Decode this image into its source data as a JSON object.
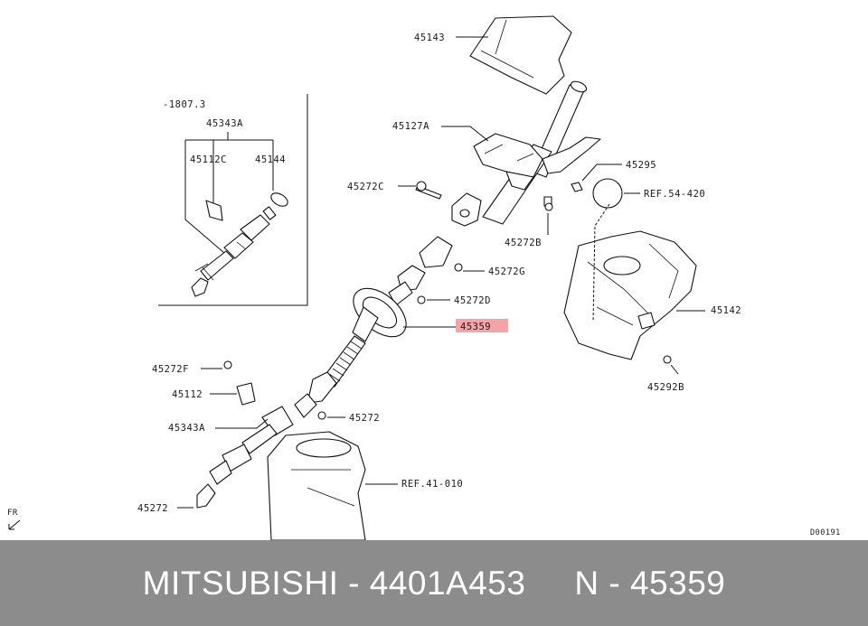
{
  "diagram": {
    "labels": {
      "p45143": "45143",
      "p45127A": "45127A",
      "p45295": "45295",
      "ref54": "REF.54-420",
      "p45272C": "45272C",
      "p45272B": "45272B",
      "p45272G": "45272G",
      "p45272D": "45272D",
      "p45359": "45359",
      "p45142": "45142",
      "p45292B": "45292B",
      "p45272F": "45272F",
      "p45112": "45112",
      "p45272_mid": "45272",
      "p45343A": "45343A",
      "ref41": "REF.41-010",
      "p45272_bot": "45272",
      "inset_code": "-1807.3",
      "inset_45343A": "45343A",
      "inset_45112C": "45112C",
      "inset_45144": "45144",
      "fr": "FR",
      "diagram_code": "D00191"
    },
    "highlight_color": "#f4a3a8"
  },
  "footer": {
    "text": "MITSUBISHI - 4401A453     N - 45359",
    "background": "#8c8c8c"
  }
}
